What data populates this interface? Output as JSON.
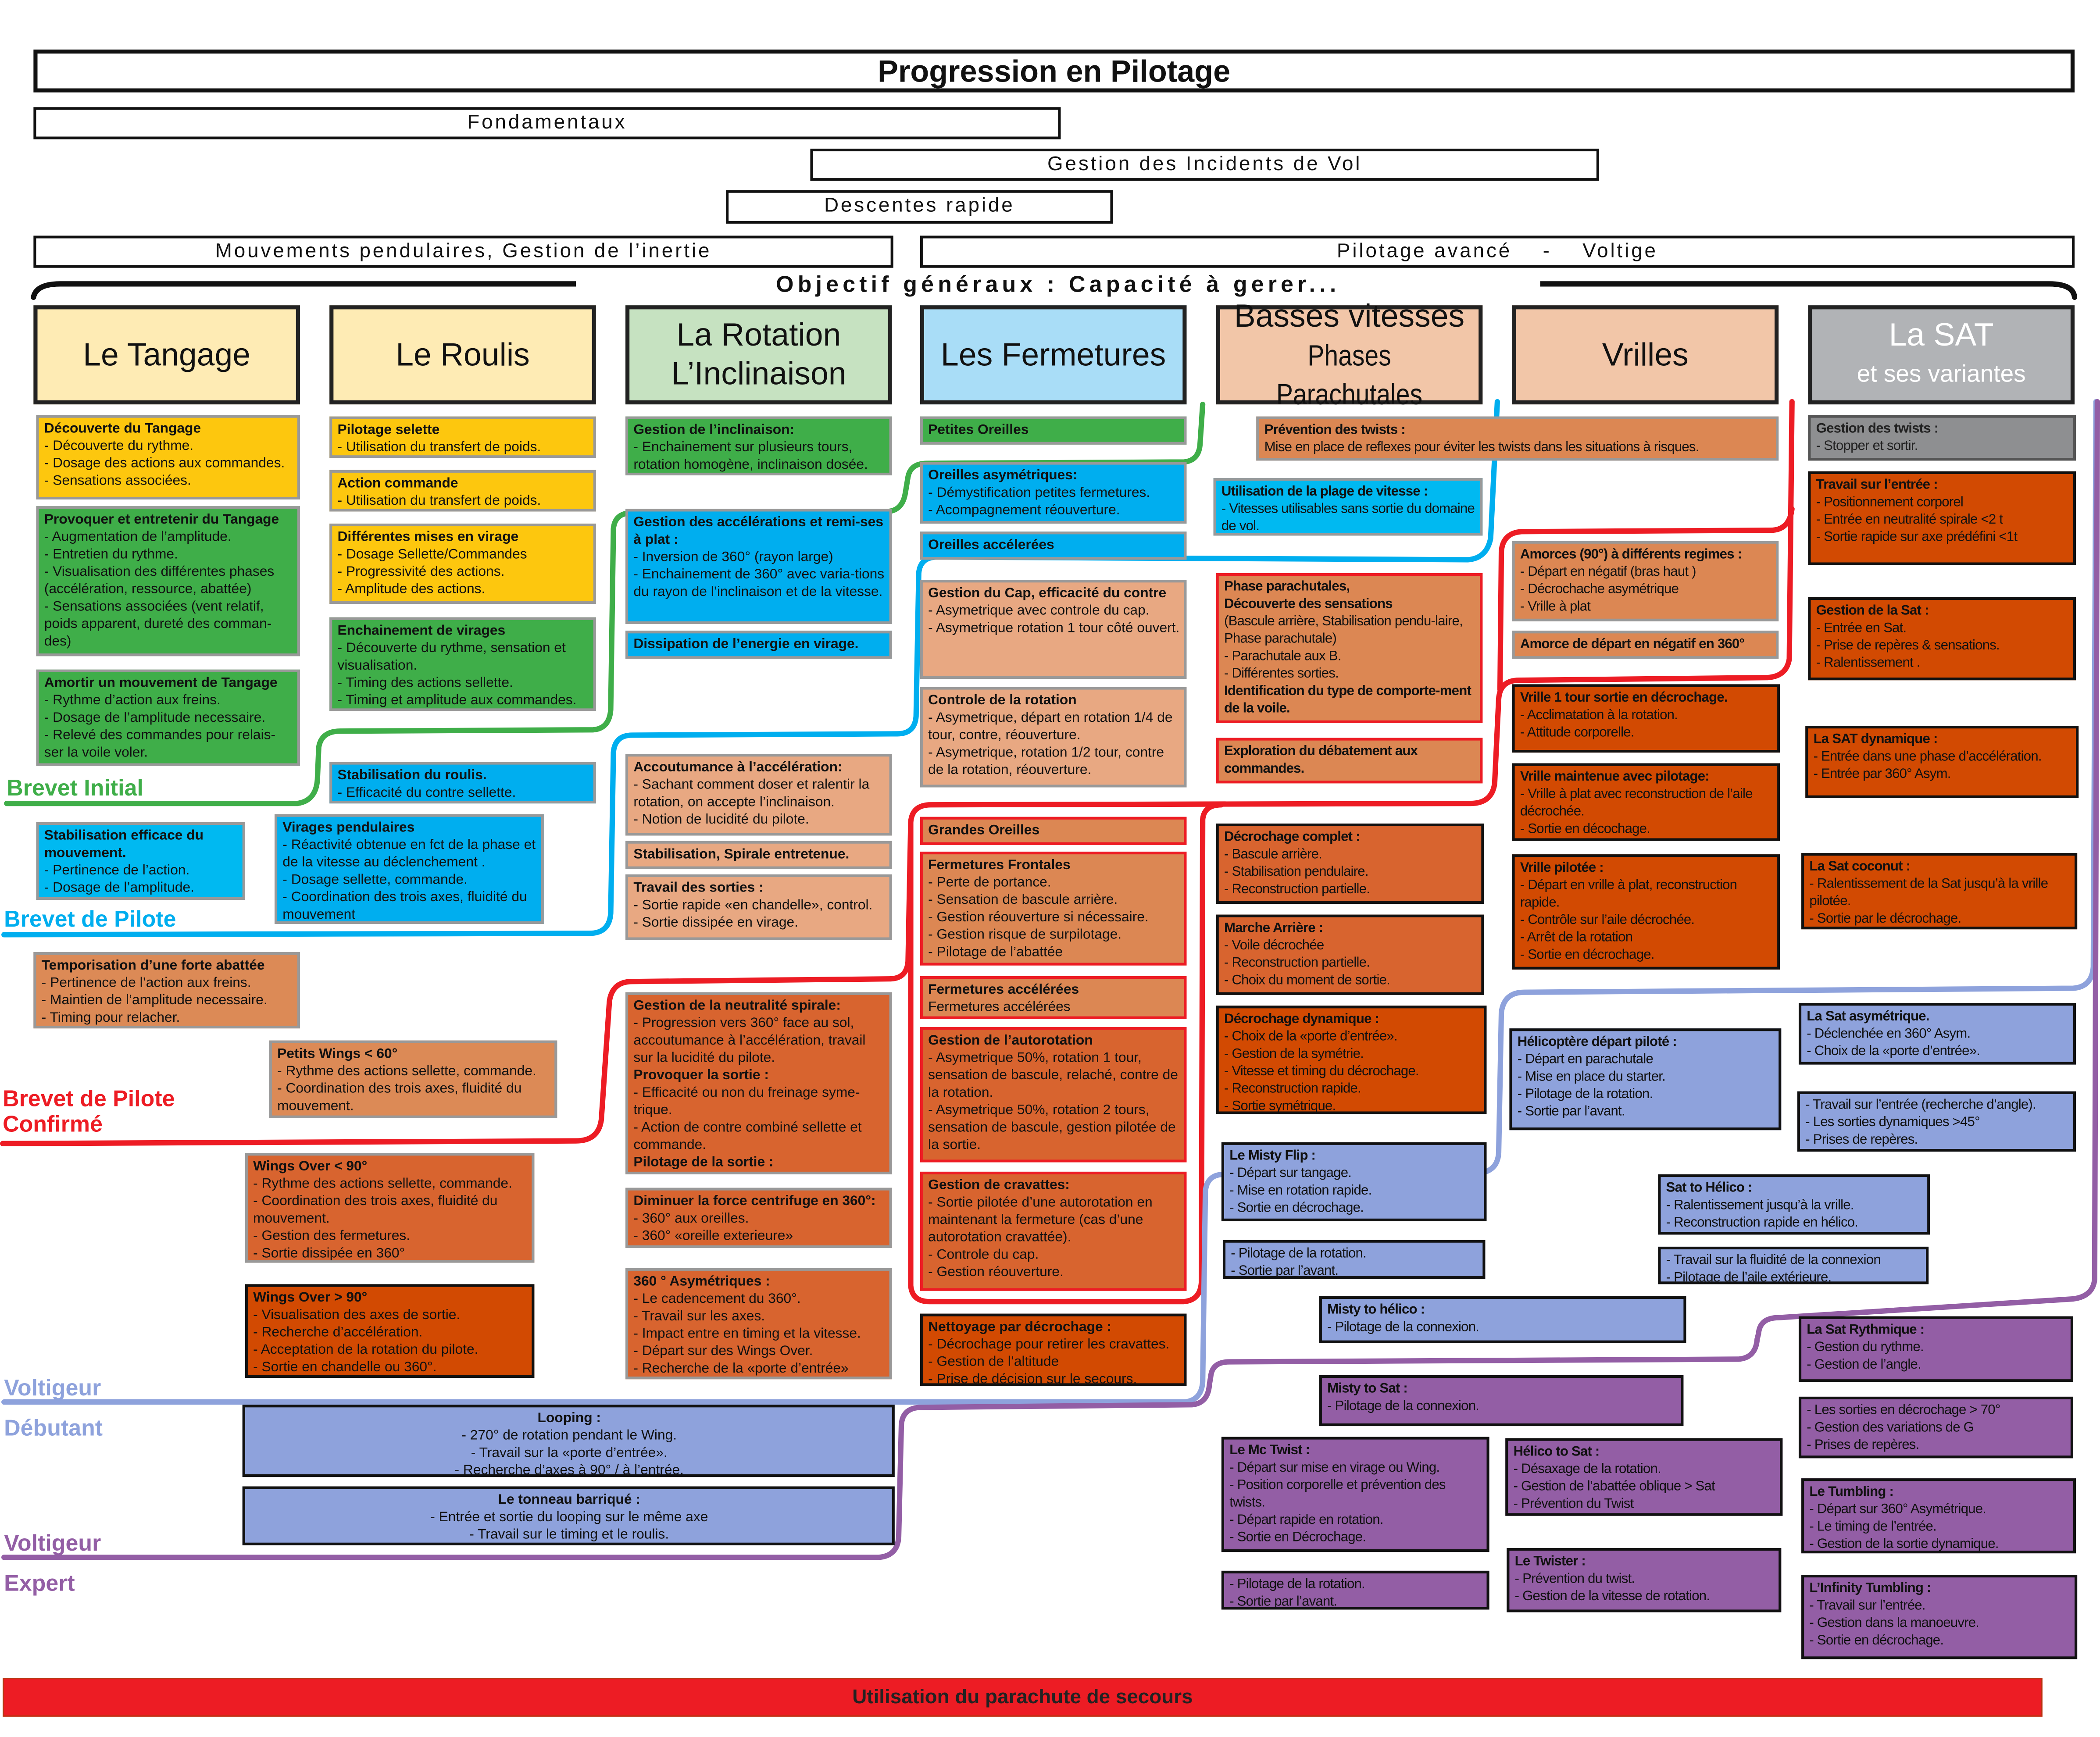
{
  "title": "Progression en Pilotage",
  "phases": {
    "fondamentaux": "Fondamentaux",
    "incidents": "Gestion des Incidents de Vol",
    "descentes": "Descentes rapide",
    "pendulaires": "Mouvements pendulaires, Gestion de l’inertie",
    "avance": "Pilotage avancé    -    Voltige"
  },
  "objectif": "Objectif généraux :  Capacité à gerer...",
  "columns": [
    {
      "line1": "Le Tangage",
      "line2": "",
      "bg": "#feebb4"
    },
    {
      "line1": "Le Roulis",
      "line2": "",
      "bg": "#feebb4"
    },
    {
      "line1": "La Rotation",
      "line2": "L’Inclinaison",
      "bg": "#c6e2c1"
    },
    {
      "line1": "Les Fermetures",
      "line2": "",
      "bg": "#a9ddf7"
    },
    {
      "line1": "Basses vitesses",
      "line2": "Phases Parachutales",
      "bg": "#f2c6a8"
    },
    {
      "line1": "Vrilles",
      "line2": "",
      "bg": "#f2c6a8"
    },
    {
      "line1": "La SAT",
      "line2": "et ses variantes",
      "bg": "#b1b3b6"
    }
  ],
  "levels": {
    "brevet_initial": "Brevet Initial",
    "brevet_pilote": "Brevet de Pilote",
    "brevet_confirme_1": "Brevet de Pilote",
    "brevet_confirme_2": "Confirmé",
    "voltigeur_debutant_1": "Voltigeur",
    "voltigeur_debutant_2": "Débutant",
    "voltigeur_expert_1": "Voltigeur",
    "voltigeur_expert_2": "Expert"
  },
  "level_colors": {
    "initial": "#3fae49",
    "pilote": "#00aeef",
    "confirme": "#ed1c24",
    "debutant": "#8ea2dc",
    "expert": "#935ea5"
  },
  "secours": "Utilisation du parachute de secours",
  "cards": [
    {
      "title": "Découverte du Tangage",
      "lines": [
        "- Découverte du rythme.",
        "- Dosage des actions aux commandes.",
        "- Sensations associées."
      ],
      "color": "#fdc70e"
    },
    {
      "title": "Provoquer et entretenir du Tangage",
      "lines": [
        "- Augmentation de l’amplitude.",
        "- Entretien du rythme.",
        "- Visualisation des différentes phases (accélération, ressource, abattée)",
        "- Sensations associées (vent relatif, poids apparent, dureté des comman-des)"
      ],
      "color": "#3fae49"
    },
    {
      "title": "Amortir un mouvement de Tangage",
      "lines": [
        "- Rythme d’action aux freins.",
        "- Dosage de l’amplitude necessaire.",
        "- Relevé des commandes pour relais-ser la voile voler."
      ],
      "color": "#3fae49"
    },
    {
      "title": "Stabilisation efficace du mouvement.",
      "lines": [
        "- Pertinence de l’action.",
        "- Dosage de l’amplitude."
      ],
      "color": "#00b9f1"
    },
    {
      "title": "Temporisation d’une forte abattée",
      "lines": [
        "- Pertinence de l’action aux freins.",
        "- Maintien de l’amplitude necessaire.",
        "- Timing pour relacher."
      ],
      "color": "#dc8a56"
    },
    {
      "title": "Pilotage selette",
      "lines": [
        "- Utilisation du transfert de poids."
      ],
      "color": "#fdc70e"
    },
    {
      "title": "Action commande",
      "lines": [
        "- Utilisation du transfert de poids."
      ],
      "color": "#fdc70e"
    },
    {
      "title": "Différentes mises en virage",
      "lines": [
        "- Dosage Sellette/Commandes",
        "- Progressivité des actions.",
        "- Amplitude des actions."
      ],
      "color": "#fdc70e"
    },
    {
      "title": "Enchainement de virages",
      "lines": [
        "- Découverte du rythme, sensation et visualisation.",
        "- Timing des actions sellette.",
        "- Timing et amplitude aux commandes."
      ],
      "color": "#3fae49"
    },
    {
      "title": "Stabilisation du roulis.",
      "lines": [
        "- Efficacité du contre sellette."
      ],
      "color": "#00aeef"
    },
    {
      "title": "Virages pendulaires",
      "lines": [
        "- Réactivité obtenue en fct de la phase et de la vitesse au déclenchement .",
        "- Dosage sellette, commande.",
        "- Coordination des trois axes, fluidité du mouvement"
      ],
      "color": "#00aeef"
    },
    {
      "title": "Petits Wings  < 60°",
      "lines": [
        "- Rythme des actions sellette, commande.",
        "- Coordination des trois axes, fluidité du mouvement."
      ],
      "color": "#dc8a56"
    },
    {
      "title": "Wings Over < 90°",
      "lines": [
        "- Rythme des actions sellette, commande.",
        "- Coordination des trois axes, fluidité du mouvement.",
        "- Gestion des fermetures.",
        "- Sortie dissipée en 360°"
      ],
      "color": "#d8642f"
    },
    {
      "title": "Wings Over > 90°",
      "lines": [
        "- Visualisation des axes de sortie.",
        "- Recherche d’accélération.",
        "- Acceptation de la rotation du pilote.",
        "- Sortie en chandelle ou 360°."
      ],
      "color": "#d24a02"
    },
    {
      "title": "Gestion de l’inclinaison:",
      "lines": [
        "- Enchainement sur plusieurs tours, rotation homogène, inclinaison dosée."
      ],
      "color": "#3fae49"
    },
    {
      "title": "Gestion des accélérations et remi-ses à plat :",
      "lines": [
        "- Inversion de 360° (rayon large)",
        "- Enchainement de 360° avec varia-tions du rayon de l’inclinaison et de la vitesse."
      ],
      "color": "#00aeef"
    },
    {
      "title": "Dissipation de l’energie en virage.",
      "lines": [],
      "color": "#00aeef"
    },
    {
      "title": "Accoutumance à l’accélération:",
      "lines": [
        "- Sachant comment doser et ralentir la rotation, on accepte l’inclinaison.",
        "- Notion de lucidité du pilote."
      ],
      "color": "#e8a882"
    },
    {
      "title": "Stabilisation, Spirale entretenue.",
      "lines": [],
      "color": "#e8a882"
    },
    {
      "title": "Travail des sorties :",
      "lines": [
        "- Sortie rapide «en chandelle», control.",
        "- Sortie dissipée en virage."
      ],
      "color": "#e8a882"
    },
    {
      "title": "Gestion de la neutralité spirale:",
      "lines": [
        "- Progression vers 360° face au sol, accoutumance à l’accélération, travail sur la lucidité du pilote.",
        {
          "text": "Provoquer la sortie :",
          "bold": true
        },
        "- Efficacité ou non du freinage syme-trique.",
        "- Action de contre combiné sellette et commande.",
        {
          "text": "Pilotage de la sortie :",
          "bold": true
        }
      ],
      "color": "#d8642f"
    },
    {
      "title": "Diminuer la force centrifuge en 360°:",
      "lines": [
        "- 360° aux oreilles.",
        "- 360° «oreille exterieure»"
      ],
      "color": "#d8642f"
    },
    {
      "title": "360  ° Asymétriques :",
      "lines": [
        "- Le cadencement du 360°.",
        "- Travail sur les axes.",
        "- Impact entre en timing et la vitesse.",
        "- Départ sur des Wings Over.",
        "- Recherche de la «porte d’entrée»"
      ],
      "color": "#d8642f"
    },
    {
      "title": "Petites Oreilles",
      "lines": [],
      "color": "#3fae49"
    },
    {
      "title": "Oreilles asymétriques:",
      "lines": [
        "- Démystification petites fermetures.",
        "- Acompagnement réouverture."
      ],
      "color": "#00aeef"
    },
    {
      "title": "Oreilles accélerées",
      "lines": [],
      "color": "#00aeef"
    },
    {
      "title": "Gestion du Cap, efficacité du contre",
      "lines": [
        "- Asymetrique avec controle du cap.",
        "- Asymetrique rotation 1 tour côté ouvert."
      ],
      "color": "#e8a882"
    },
    {
      "title": "Controle de la rotation",
      "lines": [
        "- Asymetrique, départ en rotation 1/4 de tour, contre, réouverture.",
        "- Asymetrique, rotation 1/2 tour, contre de la rotation, réouverture."
      ],
      "color": "#e8a882"
    },
    {
      "title": "Grandes Oreilles",
      "lines": [],
      "color": "#dc8753"
    },
    {
      "title": "Fermetures Frontales",
      "lines": [
        "- Perte de portance.",
        "- Sensation de bascule arrière.",
        "- Gestion réouverture si nécessaire.",
        "- Gestion risque de surpilotage.",
        "- Pilotage de l’abattée"
      ],
      "color": "#dc8753"
    },
    {
      "title": "Fermetures accélérées",
      "lines": [
        "Fermetures accélérées"
      ],
      "color": "#dc8753"
    },
    {
      "title": "Gestion de l’autorotation",
      "lines": [
        "- Asymetrique 50%, rotation 1 tour, sensation de bascule, relaché, contre de la rotation.",
        "- Asymetrique 50%, rotation 2 tours, sensation de bascule, gestion pilotée de la sortie."
      ],
      "color": "#d8642f"
    },
    {
      "title": "Gestion de cravattes:",
      "lines": [
        "- Sortie pilotée d’une autorotation en maintenant la fermeture (cas d’une autorotation cravattée).",
        "- Controle du cap.",
        "- Gestion réouverture."
      ],
      "color": "#d8642f"
    },
    {
      "title": "Nettoyage par décrochage :",
      "lines": [
        "- Décrochage pour retirer les cravattes.",
        "- Gestion de l’altitude",
        "- Prise de décision sur le secours."
      ],
      "color": "#d24a02"
    },
    {
      "title": "Prévention des twists :",
      "lines": [
        "Mise en place de reflexes pour éviter les twists dans les situations à risques."
      ],
      "color": "#dc8753"
    },
    {
      "title": "Utilisation de la plage de vitesse :",
      "lines": [
        " - Vitesses utilisables sans sortie du domaine de vol."
      ],
      "color": "#00b9f1"
    },
    {
      "title": "Phase parachutales,",
      "lines": [
        {
          "text": "Découverte des sensations",
          "bold": true
        },
        "(Bascule arrière, Stabilisation pendu-laire, Phase parachutale)",
        "- Parachutale aux B.",
        "- Différentes sorties.",
        {
          "text": "Identification du type de comporte-ment de la voile.",
          "bold": true
        }
      ],
      "color": "#dc8753"
    },
    {
      "title": "Exploration du débatement aux commandes.",
      "lines": [],
      "color": "#dc8753"
    },
    {
      "title": "Décrochage complet :",
      "lines": [
        "- Bascule arrière.",
        "- Stabilisation pendulaire.",
        "- Reconstruction partielle."
      ],
      "color": "#d8642f"
    },
    {
      "title": "Marche Arrière :",
      "lines": [
        "- Voile décrochée",
        "- Reconstruction partielle.",
        "- Choix du moment de sortie."
      ],
      "color": "#d8642f"
    },
    {
      "title": "Décrochage dynamique :",
      "lines": [
        "- Choix de la «porte d’entrée».",
        "- Gestion de la symétrie.",
        "- Vitesse et timing du décrochage.",
        "- Reconstruction rapide.",
        "- Sortie symétrique."
      ],
      "color": "#d24a02"
    },
    {
      "title": "Le Misty Flip :",
      "lines": [
        "- Départ sur tangage.",
        "- Mise en rotation rapide.",
        "- Sortie en décrochage."
      ],
      "color": "#8ea2dc"
    },
    {
      "title": "",
      "lines": [
        "- Pilotage de la rotation.",
        "- Sortie par l’avant."
      ],
      "color": "#8ea2dc"
    },
    {
      "title": "Misty to hélico :",
      "lines": [
        "- Pilotage de la connexion."
      ],
      "color": "#8ea2dc"
    },
    {
      "title": "Misty to Sat :",
      "lines": [
        "- Pilotage de la connexion."
      ],
      "color": "#935ea5"
    },
    {
      "title": "Le Mc Twist :",
      "lines": [
        "- Départ sur mise en virage ou Wing.",
        "- Position corporelle et prévention des twists.",
        "- Départ rapide en rotation.",
        "- Sortie en Décrochage."
      ],
      "color": "#935ea5"
    },
    {
      "title": "",
      "lines": [
        "- Pilotage de la rotation.",
        "- Sortie par l’avant."
      ],
      "color": "#935ea5"
    },
    {
      "title": "Amorces (90°) à différents regimes :",
      "lines": [
        "- Départ en négatif (bras haut )",
        "- Décrochache asymétrique",
        "- Vrille à plat"
      ],
      "color": "#dc8753"
    },
    {
      "title": "Amorce de départ en négatif en 360°",
      "lines": [],
      "color": "#dc8753"
    },
    {
      "title": "Vrille 1 tour  sortie en décrochage.",
      "lines": [
        "- Acclimatation à la rotation.",
        "- Attitude corporelle."
      ],
      "color": "#d24a02"
    },
    {
      "title": "Vrille maintenue avec pilotage:",
      "lines": [
        "- Vrille à plat avec reconstruction de l’aile décrochée.",
        "- Sortie en décochage."
      ],
      "color": "#d24a02"
    },
    {
      "title": "Vrille pilotée :",
      "lines": [
        "- Départ en vrille à plat, reconstruction rapide.",
        "- Contrôle sur l’aile décrochée.",
        "- Arrêt de la rotation",
        "- Sortie en décrochage."
      ],
      "color": "#d24a02"
    },
    {
      "title": "Hélicoptère départ piloté :",
      "lines": [
        "- Départ en parachutale",
        "- Mise en place du starter.",
        "- Pilotage de la rotation.",
        "- Sortie par l’avant."
      ],
      "color": "#8ea2dc"
    },
    {
      "title": "Sat to Hélico :",
      "lines": [
        "- Ralentissement jusqu’à la vrille.",
        "- Reconstruction rapide en hélico."
      ],
      "color": "#8ea2dc"
    },
    {
      "title": "",
      "lines": [
        "- Travail sur la fluidité de la connexion",
        "- Pilotage de l’aile extérieure."
      ],
      "color": "#8ea2dc"
    },
    {
      "title": "Hélico to Sat :",
      "lines": [
        "- Désaxage de la rotation.",
        "- Gestion de l’abattée oblique > Sat",
        "- Prévention du Twist"
      ],
      "color": "#935ea5"
    },
    {
      "title": "Le Twister :",
      "lines": [
        "- Prévention du twist.",
        "- Gestion de la vitesse de rotation."
      ],
      "color": "#935ea5"
    },
    {
      "title": "Gestion des twists :",
      "lines": [
        "- Stopper et sortir."
      ],
      "color": "#8e8f91"
    },
    {
      "title": "Travail sur l’entrée :",
      "lines": [
        "- Positionnement corporel",
        "- Entrée en neutralité spirale <2 t",
        "- Sortie rapide sur axe prédéfini <1t"
      ],
      "color": "#d24a02"
    },
    {
      "title": "Gestion de la Sat :",
      "lines": [
        "- Entrée en Sat.",
        "- Prise de repères & sensations.",
        "- Ralentissement ."
      ],
      "color": "#d24a02"
    },
    {
      "title": "La SAT dynamique :",
      "lines": [
        "- Entrée dans une phase d’accélération.",
        "- Entrée par 360° Asym."
      ],
      "color": "#d24a02"
    },
    {
      "title": "La Sat coconut :",
      "lines": [
        "- Ralentissement de la Sat jusqu’à la vrille pilotée.",
        "- Sortie par le décrochage."
      ],
      "color": "#d24a02"
    },
    {
      "title": "La Sat asymétrique.",
      "lines": [
        "- Déclenchée en 360° Asym.",
        "- Choix de la «porte d’entrée»."
      ],
      "color": "#8ea2dc"
    },
    {
      "title": "",
      "lines": [
        "- Travail sur l’entrée (recherche d’angle).",
        "- Les sorties dynamiques >45°",
        "- Prises de repères."
      ],
      "color": "#8ea2dc"
    },
    {
      "title": "La Sat Rythmique :",
      "lines": [
        "- Gestion du rythme.",
        "- Gestion de l’angle."
      ],
      "color": "#935ea5"
    },
    {
      "title": "",
      "lines": [
        "- Les sorties en décrochage > 70°",
        "- Gestion des variations de G",
        "- Prises de repères."
      ],
      "color": "#935ea5"
    },
    {
      "title": "Le Tumbling :",
      "lines": [
        "- Départ sur 360° Asymétrique.",
        "- Le timing de l’entrée.",
        "- Gestion de la sortie dynamique."
      ],
      "color": "#935ea5"
    },
    {
      "title": "L’Infinity Tumbling :",
      "lines": [
        "- Travail sur l’entrée.",
        "- Gestion dans la manoeuvre.",
        "- Sortie en décrochage."
      ],
      "color": "#935ea5"
    },
    {
      "title": "Looping :",
      "lines": [
        "- 270° de rotation pendant le Wing.",
        "- Travail sur la «porte d’entrée».",
        "- Recherche d’axes à 90° / à l’entrée."
      ],
      "color": "#8ea2dc"
    },
    {
      "title": "Le tonneau barriqué :",
      "lines": [
        "- Entrée et sortie du looping sur le même axe",
        "- Travail sur le timing et le roulis."
      ],
      "color": "#8ea2dc"
    }
  ]
}
